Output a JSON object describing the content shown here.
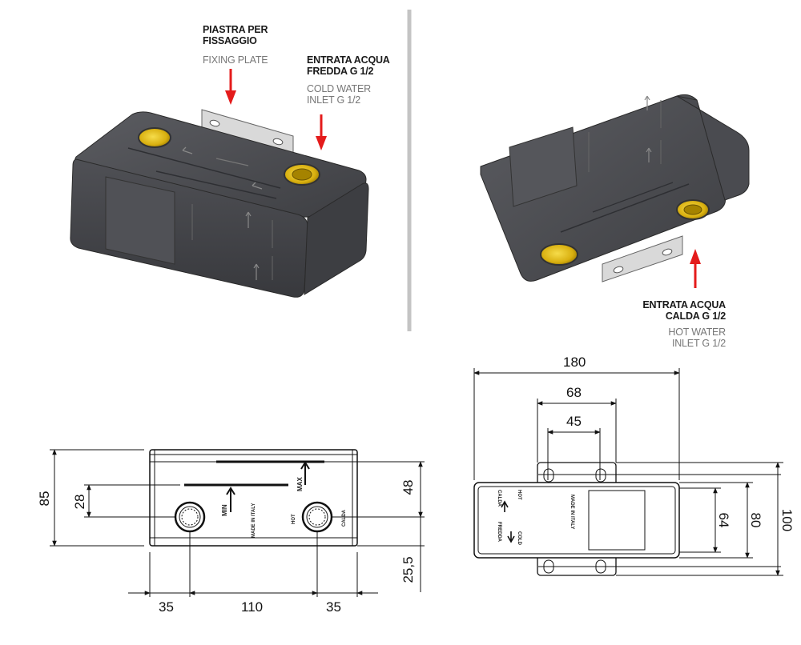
{
  "labels": {
    "fixing_plate_it": [
      "PIASTRA PER",
      "FISSAGGIO"
    ],
    "fixing_plate_en": "FIXING PLATE",
    "cold_inlet_it": [
      "ENTRATA ACQUA",
      "FREDDA G 1/2"
    ],
    "cold_inlet_en": [
      "COLD WATER",
      "INLET G 1/2"
    ],
    "hot_inlet_it": [
      "ENTRATA ACQUA",
      "CALDA G 1/2"
    ],
    "hot_inlet_en": [
      "HOT WATER",
      "INLET   G 1/2"
    ]
  },
  "front_view": {
    "dims": {
      "height_total": "85",
      "height_inner": "28",
      "right_upper": "48",
      "right_lower": "25,5",
      "left_offset": "35",
      "center_distance": "110",
      "right_offset": "35"
    },
    "text": {
      "min": "MIN",
      "max": "MAX",
      "made_in_italy": "MADE IN ITALY",
      "hot": "HOT",
      "calda": "CALDA"
    }
  },
  "side_view": {
    "dims": {
      "width_total": "180",
      "plate_width": "68",
      "hole_distance": "45",
      "height_inner": "64",
      "height_body": "80",
      "height_total": "100"
    },
    "text": {
      "hot": "HOT",
      "calda": "CALDA",
      "cold": "COLD",
      "fredda": "FREDDA",
      "made_in_italy": "MADE IN ITALY"
    }
  },
  "colors": {
    "arrow": "#e41b1b",
    "body": "#4a4b4f",
    "brass": "#e6c21a",
    "divider": "#bdbdbd"
  }
}
